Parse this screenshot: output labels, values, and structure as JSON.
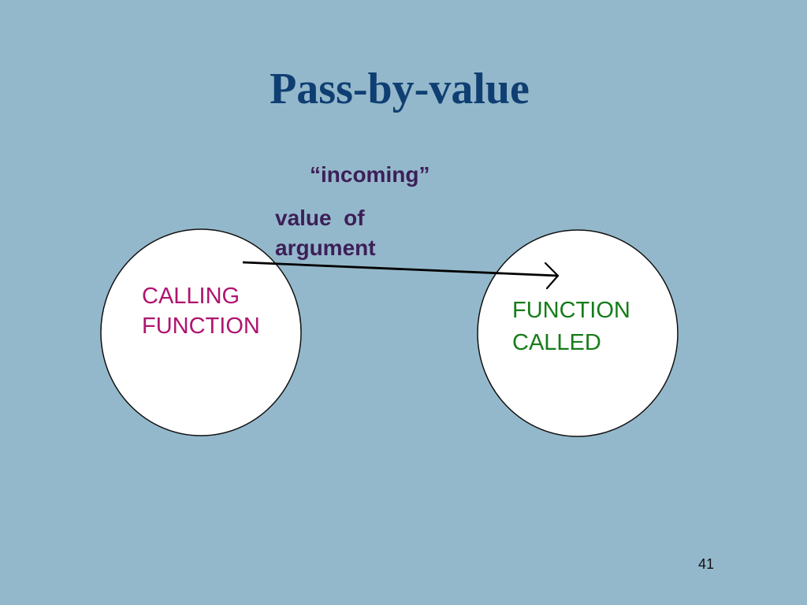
{
  "slide": {
    "title": "Pass-by-value",
    "page_number": "41",
    "colors": {
      "background": "#94b8cb",
      "title": "#0f3f72",
      "arrow_label": "#3c1f58",
      "calling": "#b0156f",
      "called": "#167c1a",
      "circle_fill": "#ffffff",
      "line": "#000000"
    }
  },
  "diagram": {
    "incoming_label": "“incoming”",
    "value_label": "value  of\nargument",
    "calling_function_label": "CALLING\nFUNCTION",
    "function_called_label": "FUNCTION\nCALLED"
  }
}
